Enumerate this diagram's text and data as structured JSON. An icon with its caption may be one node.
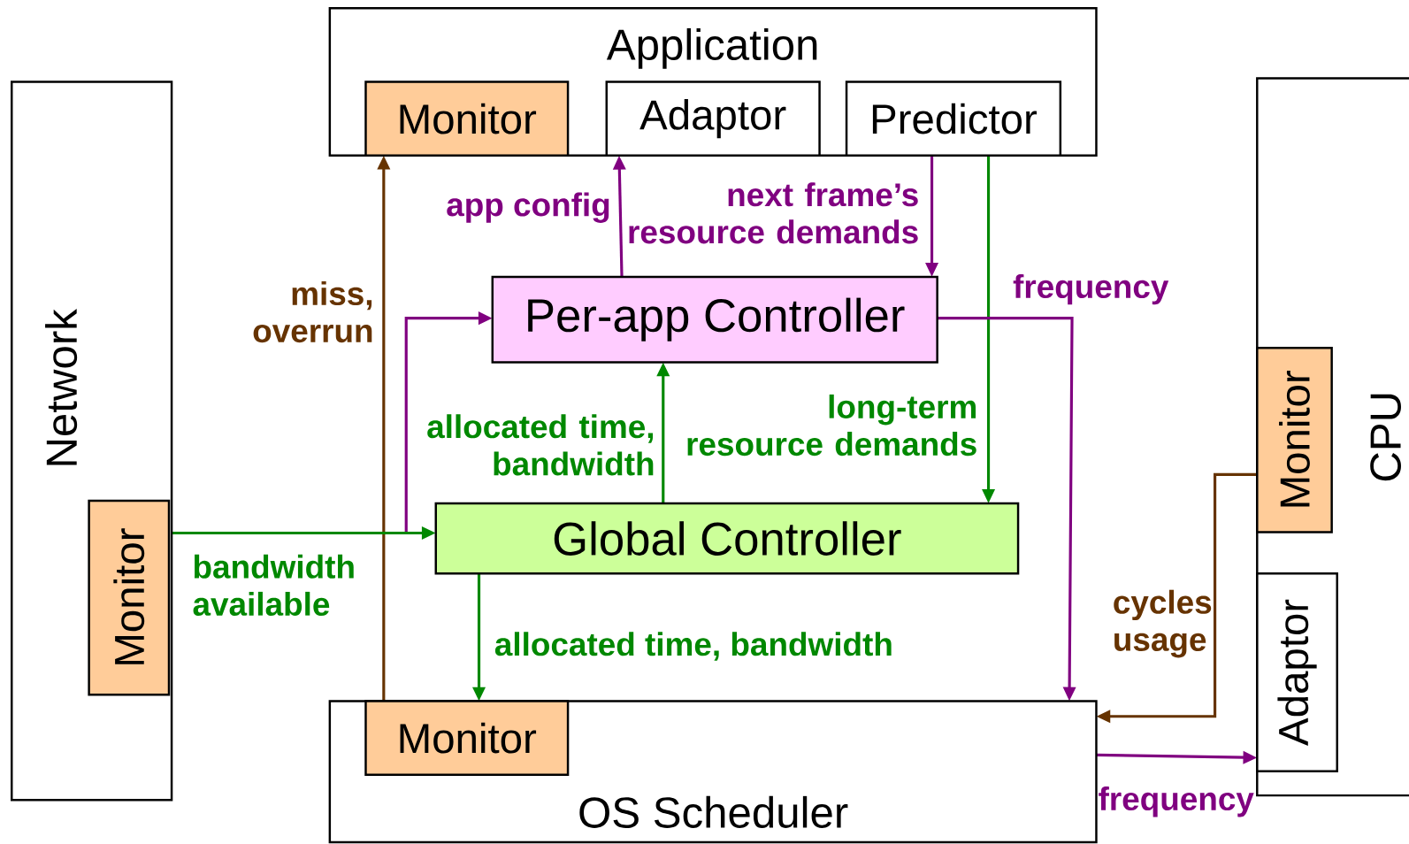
{
  "diagram": {
    "nodes": [
      {
        "text": [
          "Application"
        ]
      },
      {
        "text": [
          "Monitor"
        ],
        "in": 0
      },
      {
        "text": [
          "Adaptor"
        ],
        "in": 0
      },
      {
        "text": [
          "Predictor"
        ],
        "in": 0
      },
      {
        "text": [
          "Network"
        ]
      },
      {
        "text": [
          "Monitor"
        ],
        "in": 4
      },
      {
        "text": [
          "Per-app Controller"
        ]
      },
      {
        "text": [
          "Global Controller"
        ]
      },
      {
        "text": [
          "OS Scheduler"
        ]
      },
      {
        "text": [
          "Monitor"
        ],
        "in": 8
      },
      {
        "text": [
          "CPU"
        ]
      },
      {
        "text": [
          "Monitor"
        ],
        "in": 10
      },
      {
        "text": [
          "Adaptor"
        ],
        "in": 10
      }
    ],
    "edges": [
      {
        "from": 9,
        "to": 1,
        "arrow": "to",
        "label": "miss, overrun",
        "color": "#663300"
      },
      {
        "from": 6,
        "to": 2,
        "arrow": "to",
        "label": "app config"
      },
      {
        "from": 3,
        "to": 6,
        "arrow": "to",
        "label": "next frame’s resource demands"
      },
      {
        "from": 3,
        "to": 7,
        "arrow": "to",
        "label": "long-term resource demands",
        "color": "#008800"
      },
      {
        "from": 7,
        "to": 6,
        "arrow": "to",
        "label": "allocated time, bandwidth",
        "color": "#008800"
      },
      {
        "from": 5,
        "to": 7,
        "arrow": "to",
        "label": "bandwidth available",
        "color": "#008800"
      },
      {
        "from": 5,
        "to": 6,
        "arrow": "to"
      },
      {
        "from": 6,
        "to": 8,
        "arrow": "to",
        "label": "frequency"
      },
      {
        "from": 7,
        "to": 8,
        "arrow": "to",
        "label": "allocated time, bandwidth",
        "color": "#008800"
      },
      {
        "from": 11,
        "to": 8,
        "arrow": "to",
        "label": "cycles usage",
        "color": "#663300"
      },
      {
        "from": 8,
        "to": 12,
        "arrow": "to",
        "label": "frequency"
      }
    ]
  }
}
